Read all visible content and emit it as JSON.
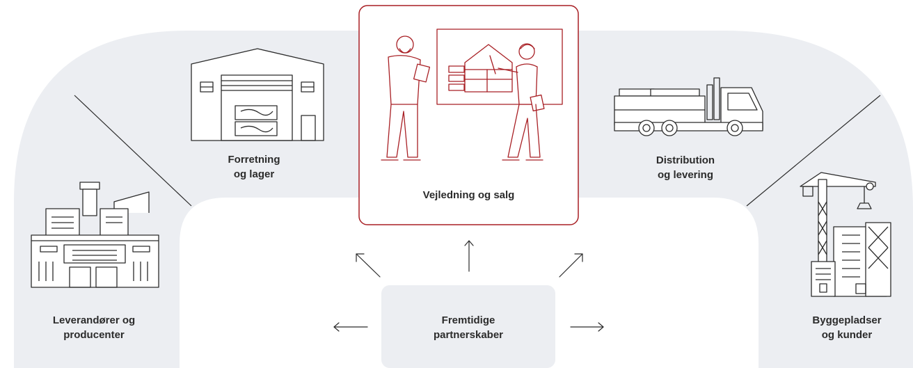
{
  "colors": {
    "band": "#eceef2",
    "line": "#2b2b2b",
    "accent": "#a81f24",
    "highlight_bg": "#ffffff",
    "hub_bg": "#eceef2"
  },
  "stages": {
    "suppliers": {
      "label": "Leverandører og\nproducenter",
      "icon": "factory-icon"
    },
    "warehouse": {
      "label": "Forretning\nog lager",
      "icon": "warehouse-icon"
    },
    "sales": {
      "label": "Vejledning og salg",
      "icon": "consultation-icon"
    },
    "distribution": {
      "label": "Distribution\nog levering",
      "icon": "truck-icon"
    },
    "construction": {
      "label": "Byggepladser\nog kunder",
      "icon": "construction-site-icon"
    }
  },
  "hub": {
    "label": "Fremtidige\npartnerskaber"
  }
}
